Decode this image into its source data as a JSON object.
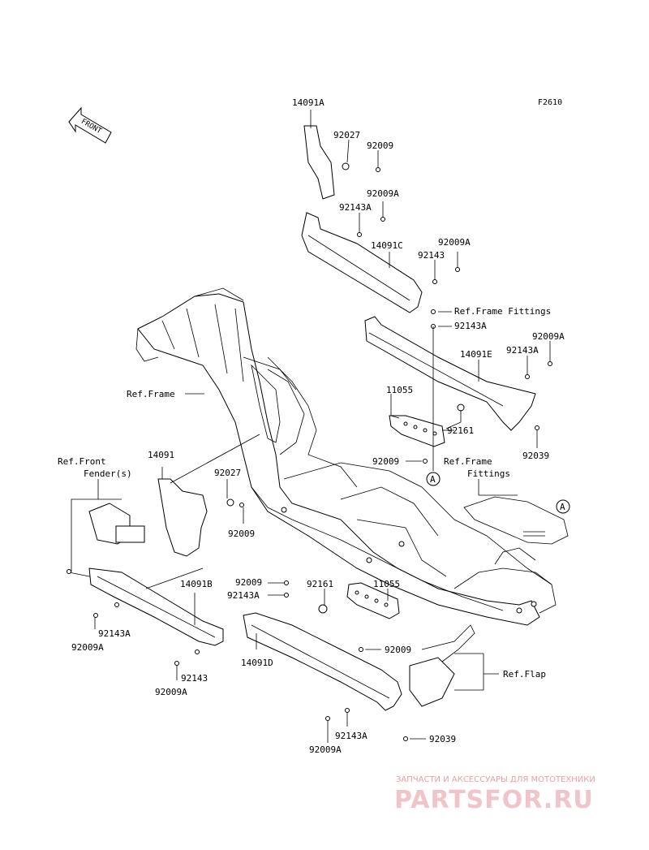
{
  "diagram_code": "F2610",
  "front_indicator": "FRONT",
  "labels": {
    "p14091A": "14091A",
    "p92027_top": "92027",
    "p92009_top": "92009",
    "p92009A_1": "92009A",
    "p92143A_1": "92143A",
    "p14091C": "14091C",
    "p92009A_2": "92009A",
    "p92143_1": "92143",
    "ref_frame_fittings_1": "Ref.Frame Fittings",
    "p92143A_2": "92143A",
    "p92009A_3": "92009A",
    "p92143A_3": "92143A",
    "p14091E": "14091E",
    "ref_frame": "Ref.Frame",
    "p11055_1": "11055",
    "p92161_1": "92161",
    "p92009_2": "92009",
    "ref_frame_fittings_2a": "Ref.Frame",
    "ref_frame_fittings_2b": "Fittings",
    "p92039_1": "92039",
    "callout_a": "A",
    "ref_front_fender_a": "Ref.Front",
    "ref_front_fender_b": "Fender(s)",
    "p14091": "14091",
    "p92027_mid": "92027",
    "p92009_mid": "92009",
    "p14091B": "14091B",
    "p92143A_4": "92143A",
    "p92009A_4": "92009A",
    "p92143_2": "92143",
    "p92009A_5": "92009A",
    "p92009_3": "92009",
    "p92143A_5": "92143A",
    "p92161_2": "92161",
    "p11055_2": "11055",
    "p92009_4": "92009",
    "p14091D": "14091D",
    "ref_flap": "Ref.Flap",
    "p92143A_6": "92143A",
    "p92039_2": "92039",
    "p92009A_6": "92009A"
  },
  "watermark": {
    "caption": "ЗАПЧАСТИ И АКСЕССУАРЫ ДЛЯ МОТОТЕХНИКИ",
    "brand": "PARTSFOR.RU",
    "color": "#e05060"
  }
}
